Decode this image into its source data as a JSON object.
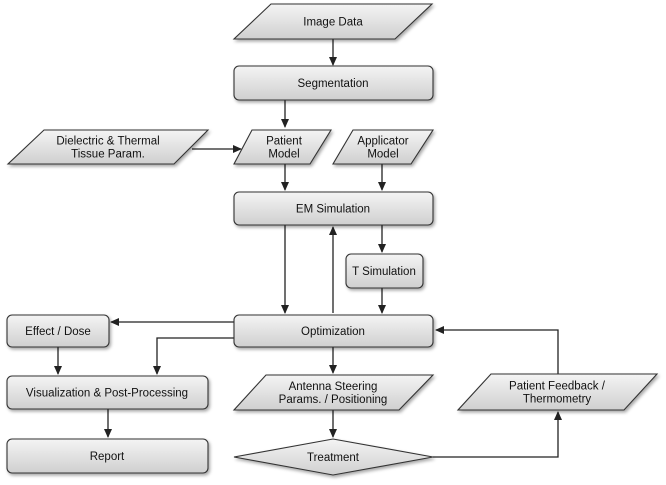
{
  "diagram": {
    "nodes": {
      "image_data": {
        "label": [
          "Image Data"
        ]
      },
      "segmentation": {
        "label": [
          "Segmentation"
        ]
      },
      "dielectric_params": {
        "label": [
          "Dielectric & Thermal",
          "Tissue Param."
        ]
      },
      "patient_model": {
        "label": [
          "Patient",
          "Model"
        ]
      },
      "applicator_model": {
        "label": [
          "Applicator",
          "Model"
        ]
      },
      "em_simulation": {
        "label": [
          "EM Simulation"
        ]
      },
      "t_simulation": {
        "label": [
          "T Simulation"
        ]
      },
      "optimization": {
        "label": [
          "Optimization"
        ]
      },
      "effect_dose": {
        "label": [
          "Effect / Dose"
        ]
      },
      "visualization": {
        "label": [
          "Visualization & Post-Processing"
        ]
      },
      "report": {
        "label": [
          "Report"
        ]
      },
      "antenna_steering": {
        "label": [
          "Antenna Steering",
          "Params. / Positioning"
        ]
      },
      "treatment": {
        "label": [
          "Treatment"
        ]
      },
      "patient_feedback": {
        "label": [
          "Patient Feedback /",
          "Thermometry"
        ]
      }
    }
  }
}
